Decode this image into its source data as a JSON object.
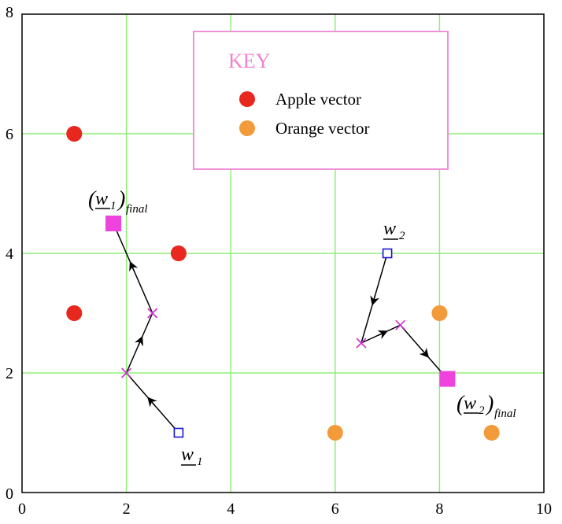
{
  "chart_data": {
    "type": "scatter",
    "xlim": [
      0,
      10
    ],
    "ylim": [
      0,
      8
    ],
    "x_ticks": [
      0,
      2,
      4,
      6,
      8,
      10
    ],
    "y_ticks": [
      0,
      2,
      4,
      6,
      8
    ],
    "grid": true,
    "legend": {
      "title": "KEY",
      "placement": "top-center",
      "entries": [
        {
          "label": "Apple vector",
          "color": "#e8281e"
        },
        {
          "label": "Orange vector",
          "color": "#f39a3a"
        }
      ]
    },
    "series": [
      {
        "name": "Apple vector",
        "color": "#e8281e",
        "points": [
          {
            "x": 1,
            "y": 6
          },
          {
            "x": 3,
            "y": 4
          },
          {
            "x": 1,
            "y": 3
          }
        ]
      },
      {
        "name": "Orange vector",
        "color": "#f39a3a",
        "points": [
          {
            "x": 8,
            "y": 3
          },
          {
            "x": 6,
            "y": 1
          },
          {
            "x": 9,
            "y": 1
          }
        ]
      }
    ],
    "trajectories": [
      {
        "start_label": "w1",
        "final_label": "(w1)final",
        "points": [
          {
            "x": 3,
            "y": 1
          },
          {
            "x": 2,
            "y": 2
          },
          {
            "x": 2.5,
            "y": 3
          },
          {
            "x": 1.75,
            "y": 4.5
          }
        ]
      },
      {
        "start_label": "w2",
        "final_label": "(w2)final",
        "points": [
          {
            "x": 7,
            "y": 4
          },
          {
            "x": 6.5,
            "y": 2.5
          },
          {
            "x": 7.25,
            "y": 2.8
          },
          {
            "x": 8.15,
            "y": 1.9
          }
        ]
      }
    ],
    "colors": {
      "grid": "#90ee78",
      "start_marker": "#1515cc",
      "mid_marker": "#cc33cc",
      "final_marker": "#ee44dd",
      "legend_border": "#f090d8"
    }
  }
}
